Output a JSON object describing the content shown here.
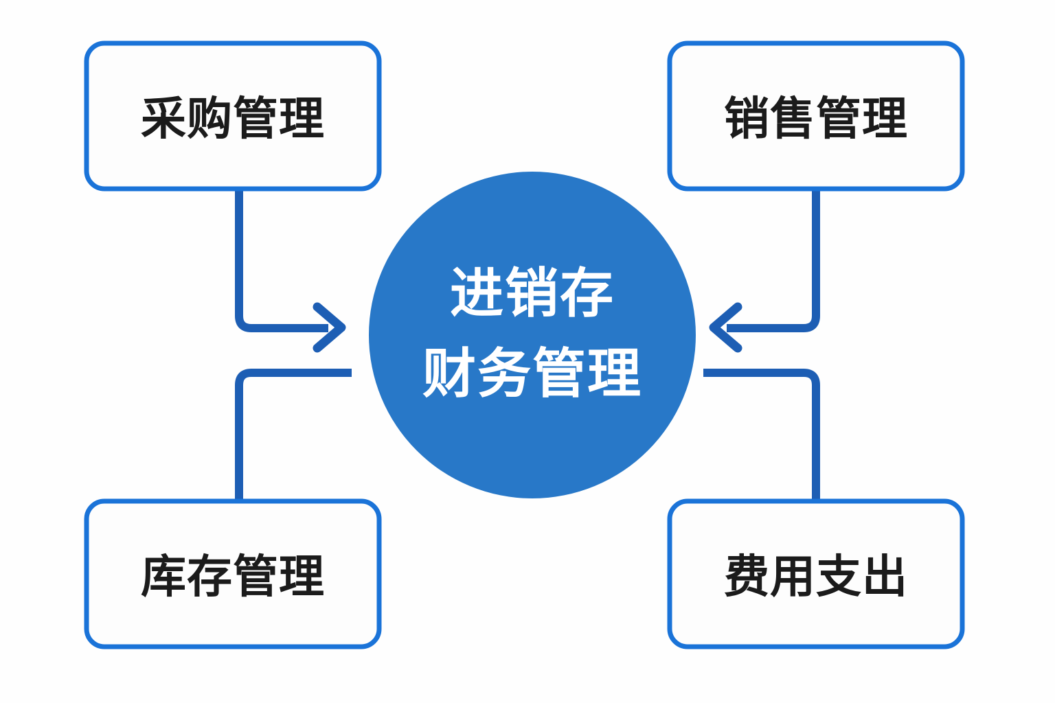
{
  "diagram": {
    "type": "hub-and-spoke-flow",
    "background_color": "#fefefe",
    "colors": {
      "box_border": "#1a73d8",
      "box_fill": "#fdfdfd",
      "box_text": "#1b1b1b",
      "hub_fill": "#2878c8",
      "hub_text": "#ffffff",
      "connector": "#1d5eb4"
    },
    "hub": {
      "name": "center-hub",
      "line1": "进销存",
      "line2": "财务管理"
    },
    "nodes": [
      {
        "id": "purchase-management",
        "label": "采购管理",
        "position": "top-left"
      },
      {
        "id": "sales-management",
        "label": "销售管理",
        "position": "top-right"
      },
      {
        "id": "inventory-management",
        "label": "库存管理",
        "position": "bottom-left"
      },
      {
        "id": "expense-expenditure",
        "label": "费用支出",
        "position": "bottom-right"
      }
    ],
    "connectors": [
      {
        "id": "purchase-to-hub",
        "from": "purchase-management",
        "to": "center-hub",
        "arrow": "right-chevron"
      },
      {
        "id": "sales-to-hub",
        "from": "sales-management",
        "to": "center-hub",
        "arrow": "left-chevron"
      },
      {
        "id": "inventory-to-hub",
        "from": "inventory-management",
        "to": "center-hub",
        "arrow": "none"
      },
      {
        "id": "expense-to-hub",
        "from": "expense-expenditure",
        "to": "center-hub",
        "arrow": "none"
      }
    ]
  }
}
